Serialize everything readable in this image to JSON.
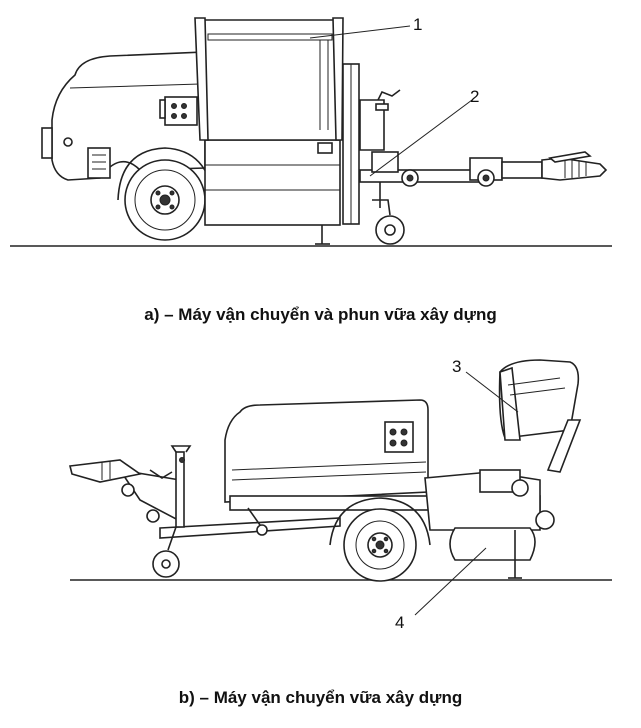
{
  "figure_a": {
    "caption": "a) – Máy vận chuyển và phun vữa xây dựng",
    "callouts": [
      "1",
      "2"
    ]
  },
  "figure_b": {
    "caption": "b) – Máy vận chuyển vữa xây dựng",
    "callouts": [
      "3",
      "4"
    ]
  },
  "colors": {
    "line": "#222222",
    "background": "#ffffff"
  }
}
